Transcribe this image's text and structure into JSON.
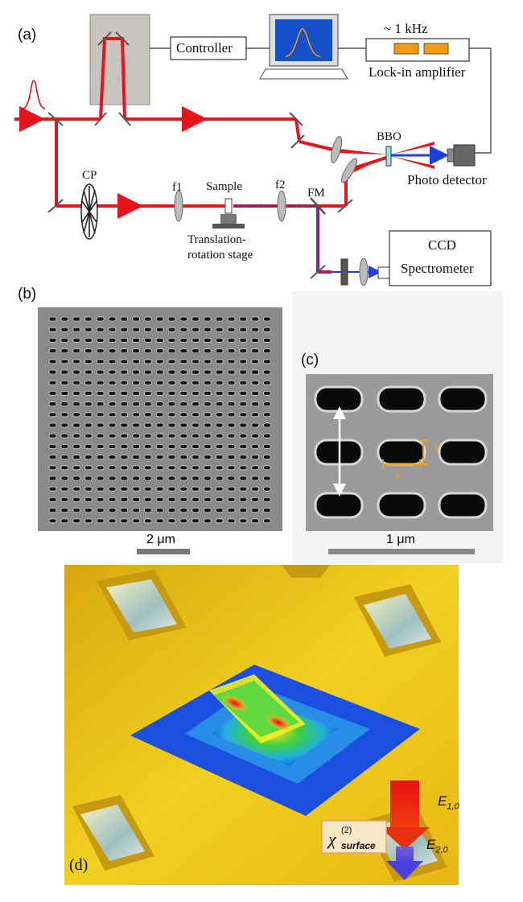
{
  "panel_a": {
    "label": "(a)",
    "controller": "Controller",
    "frequency": "~ 1 kHz",
    "lockin": "Lock-in amplifier",
    "bbo": "BBO",
    "photodetector": "Photo detector",
    "cp": "CP",
    "f1": "f1",
    "sample": "Sample",
    "f2": "f2",
    "fm": "FM",
    "stage_line1": "Translation-",
    "stage_line2": "rotation stage",
    "ccd_line1": "CCD",
    "ccd_line2": "Spectrometer"
  },
  "panel_b": {
    "label": "(b)",
    "scale": "2 μm"
  },
  "panel_c": {
    "label": "(c)",
    "scale": "1 μm",
    "x_label": "x",
    "y_label": "y"
  },
  "panel_d": {
    "label": "(d)",
    "e1": "E",
    "e1_sub": "1,0",
    "e2": "E",
    "e2_sub": "2,0",
    "chi": "χ",
    "chi_sup": "(2)",
    "chi_sub": "surface"
  },
  "colors": {
    "beam": "#e8141c",
    "sh_beam": "#1f3fd8",
    "gold": "#e8c018",
    "field_blue": "#1a4fe0",
    "annotation": "#e8a020"
  }
}
